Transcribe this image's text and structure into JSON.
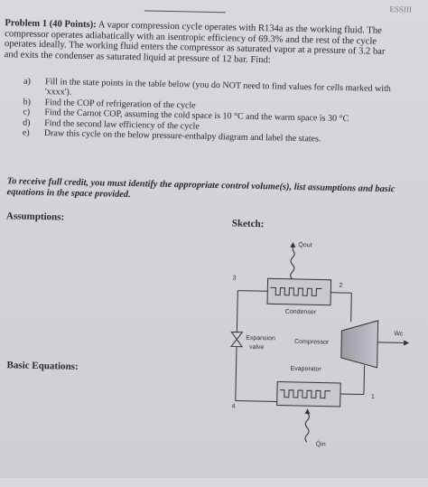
{
  "header": {
    "corner_text": "ESSIII"
  },
  "problem": {
    "title": "Problem 1 (40 Points):",
    "body": "A vapor compression cycle operates with R134a as the working fluid. The compressor operates adiabatically with an isentropic efficiency of 69.3% and the rest of the cycle operates ideally. The working fluid enters the compressor as saturated vapor at a pressure of 3.2 bar and exits the condenser as saturated liquid at pressure of 12 bar. Find:"
  },
  "tasks": [
    {
      "key": "a)",
      "text": "Fill in the state points in the table below (you do NOT need to find values for cells marked with 'xxxx')."
    },
    {
      "key": "b)",
      "text": "Find the COP of refrigeration of the cycle"
    },
    {
      "key": "c)",
      "text": "Find the Carnot COP, assuming the cold space is 10 °C and the warm space is 30 °C"
    },
    {
      "key": "d)",
      "text": "Find the second law efficiency of the cycle"
    },
    {
      "key": "e)",
      "text": "Draw this cycle on the below pressure-enthalpy diagram and label the states."
    }
  ],
  "credit_note": "To receive full credit, you must identify the appropriate control volume(s), list assumptions and basic equations in the space provided.",
  "sections": {
    "assumptions": "Assumptions:",
    "sketch": "Sketch:",
    "basic_equations": "Basic Equations:"
  },
  "sketch": {
    "q_out": "Q̇out",
    "q_in": "Q̇in",
    "w_in": "Ẇc",
    "condenser": "Condenser",
    "evaporator": "Evaporator",
    "compressor": "Compressor",
    "expansion_valve_line1": "Expansion",
    "expansion_valve_line2": "valve",
    "state_1": "1",
    "state_2": "2",
    "state_3": "3",
    "state_4": "4"
  }
}
